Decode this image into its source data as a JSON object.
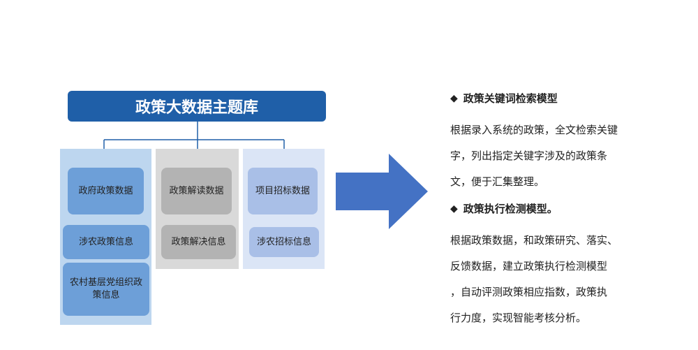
{
  "header": {
    "title": "政策大数据主题库"
  },
  "left_group": {
    "items": [
      {
        "label": "政府政策数据"
      },
      {
        "label": "涉农政策信息"
      },
      {
        "label": "农村基层党组织政策信息"
      }
    ]
  },
  "middle_group": {
    "items": [
      {
        "label": "政策解读数据"
      },
      {
        "label": "政策解决信息"
      }
    ]
  },
  "right_group": {
    "items": [
      {
        "label": "项目招标数据"
      },
      {
        "label": "涉农招标信息"
      }
    ]
  },
  "description": {
    "sections": [
      {
        "heading": "政策关键词检索模型",
        "lines": [
          "根据录入系统的政策，全文检索关键",
          "字，列出指定关键字涉及的政策条",
          "文，便于汇集整理。"
        ]
      },
      {
        "heading": "政策执行检测模型。",
        "lines": [
          "根据政策数据，和政策研究、落实、",
          "反馈数据，建立政策执行检测模型",
          "，自动评测政策相应指数，政策执",
          "行力度，实现智能考核分析。"
        ]
      }
    ]
  },
  "colors": {
    "header": "#1f5fa8",
    "arrow": "#4472c4",
    "panel_blue": "#bdd6ef",
    "panel_gray": "#d9d9d9",
    "panel_light": "#dbe5f6"
  },
  "icons": {
    "bullet": "◆",
    "arrow": "right-arrow-icon"
  }
}
